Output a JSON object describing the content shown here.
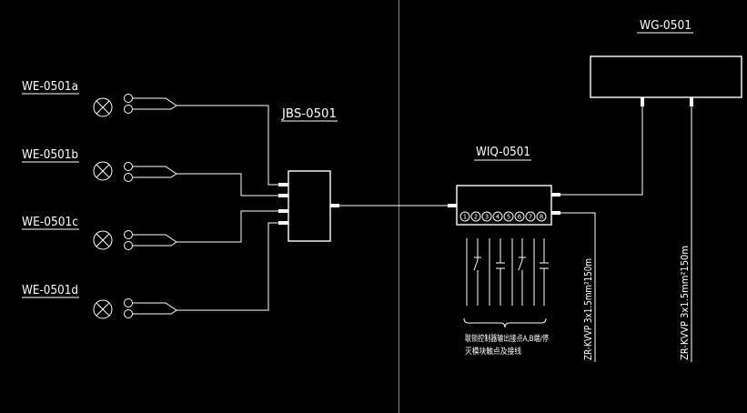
{
  "devices": {
    "we_a": "WE-0501a",
    "we_b": "WE-0501b",
    "we_c": "WE-0501c",
    "we_d": "WE-0501d",
    "jbs": "JBS-0501",
    "wiq": "WIQ-0501",
    "wg": "WG-0501"
  },
  "wiq_terminals": [
    "1",
    "2",
    "3",
    "4",
    "5",
    "6",
    "7",
    "8"
  ],
  "cables": [
    "ZR-KVVP 3x1.5mm²150m",
    "ZR-KVVP 3x1.5mm²150m"
  ],
  "note": [
    "联锁控制器输出接点A,B端/停",
    "灭模块触点及接线"
  ],
  "colors": {
    "background": "#000000",
    "line": "#ffffff",
    "divider": "#8a8a8a"
  }
}
